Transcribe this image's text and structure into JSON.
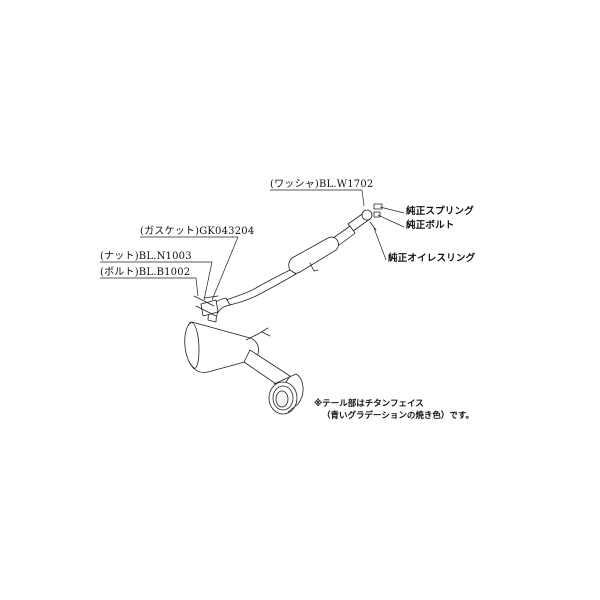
{
  "labels": {
    "washer": "(ワッシャ)BL.W1702",
    "spring": "純正スプリング",
    "bolt_oem": "純正ボルト",
    "ring": "純正オイレスリング",
    "gasket": "(ガスケット)GK043204",
    "nut": "(ナット)BL.N1003",
    "bolt": "(ボルト)BL.B1002"
  },
  "note": {
    "line1": "※テール部はチタンフェイス",
    "line2": "（青いグラデーションの焼き色）です。"
  }
}
